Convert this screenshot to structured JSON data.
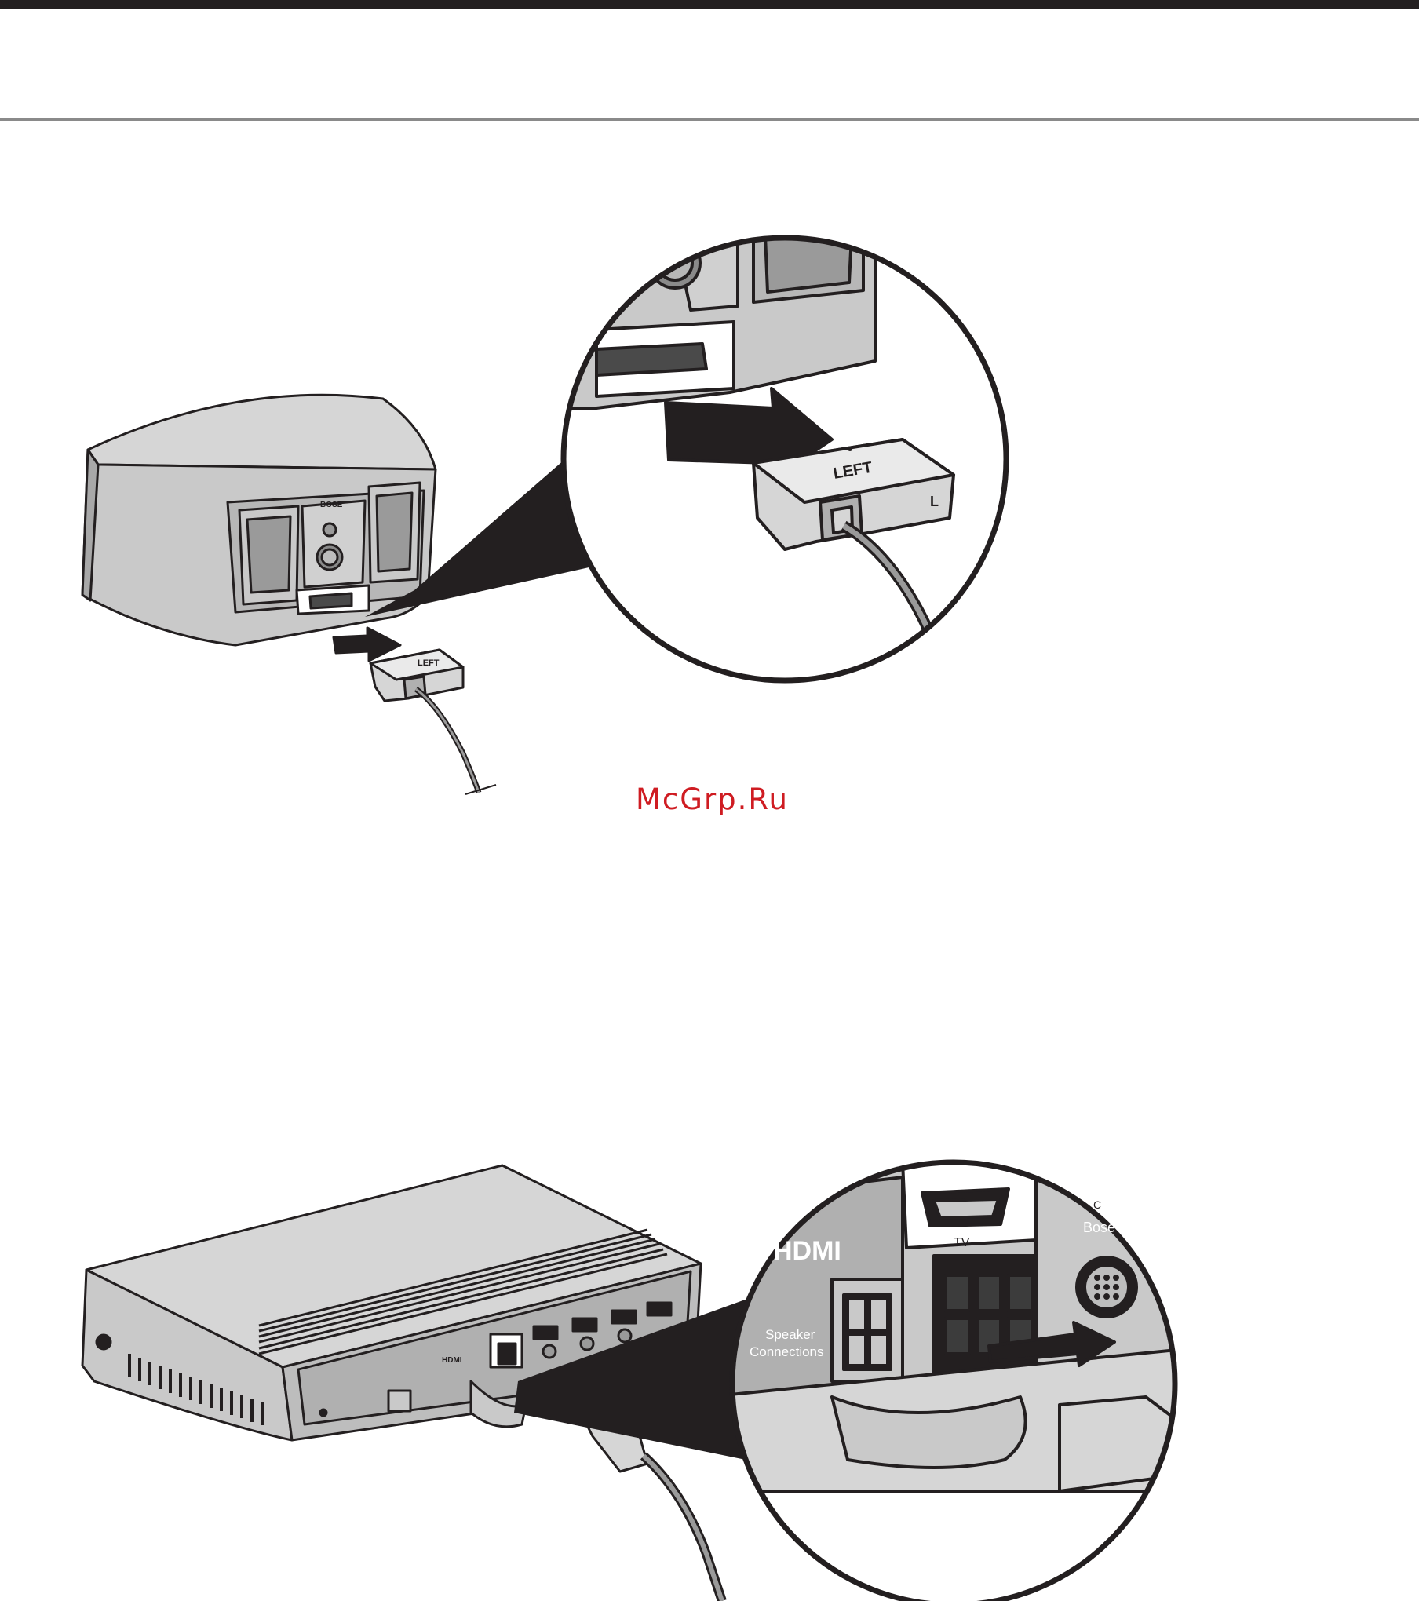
{
  "speaker_illustration": {
    "speaker_logo": "BOSE",
    "plug_label": "LEFT",
    "plug_marker": "L"
  },
  "console_illustration": {
    "zoom_section_label": "HDMI",
    "zoom_tv_port_label": "TV",
    "zoom_speaker_label_line1": "Speaker",
    "zoom_speaker_label_line2": "Connections",
    "zoom_bose_label": "Bose",
    "zoom_corner_label": "C",
    "console_hdmi_label": "HDMI"
  },
  "watermark": "McGrp.Ru",
  "colors": {
    "body_gray": "#c9c9c9",
    "mid_gray": "#a8a8a8",
    "dark_gray": "#555555",
    "outline": "#231f20",
    "accent_red": "#cf1c22"
  }
}
